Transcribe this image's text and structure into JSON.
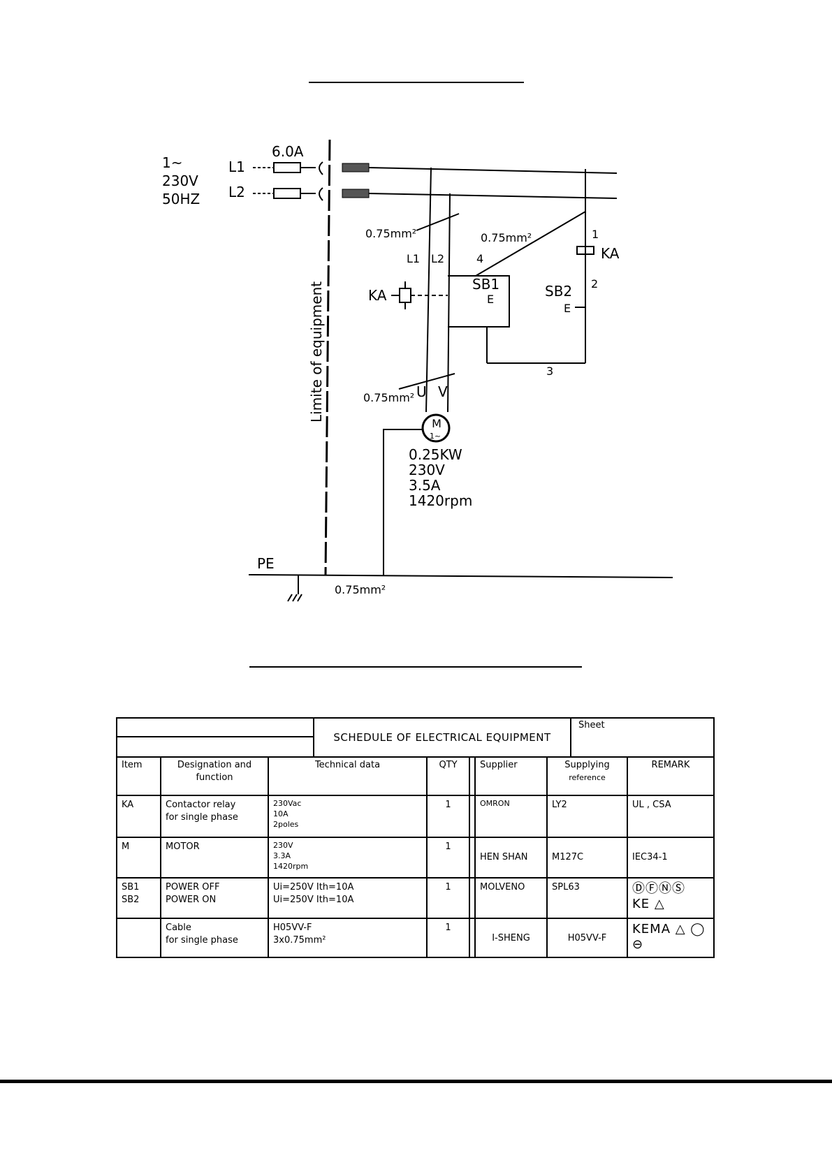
{
  "supply": {
    "phase": "1~",
    "voltage": "230V",
    "frequency": "50HZ",
    "l1": "L1",
    "l2": "L2",
    "fuse": "6.0A"
  },
  "limit_label": "Limite of equipment",
  "wire_sections": {
    "control_feed": "0.75mm²",
    "button_feed": "0.75mm²",
    "motor": "0.75mm²",
    "earth": "0.75mm²"
  },
  "terminals": {
    "l1": "L1",
    "l2": "L2",
    "u": "U",
    "v": "V",
    "n1": "1",
    "n2": "2",
    "n3": "3",
    "n4": "4"
  },
  "relay": {
    "coil": "KA",
    "contact": "KA"
  },
  "buttons": {
    "sb1": "SB1",
    "sb1_e": "E",
    "sb2": "SB2",
    "sb2_e": "E"
  },
  "motor": {
    "symbol": "M",
    "phase": "1~",
    "power": "0.25KW",
    "voltage": "230V",
    "current": "3.5A",
    "speed": "1420rpm"
  },
  "earth_label": "PE",
  "schedule": {
    "title": "SCHEDULE OF ELECTRICAL EQUIPMENT",
    "sheet": "Sheet",
    "headers": {
      "item": "Item",
      "designation_1": "Designation and",
      "designation_2": "function",
      "technical": "Technical data",
      "qty": "QTY",
      "supplier": "Supplier",
      "supplier_ref_1": "Supplying",
      "supplier_ref_2": "reference",
      "remark": "REMARK"
    },
    "rows": [
      {
        "item_1": "KA",
        "item_2": "",
        "desig_1": "Contactor relay",
        "desig_2": "for single phase",
        "tech_1": "230Vac",
        "tech_2": "10A",
        "tech_3": "2poles",
        "qty": "1",
        "supplier": "OMRON",
        "ref": "LY2",
        "remark": "UL , CSA"
      },
      {
        "item_1": "M",
        "item_2": "",
        "desig_1": "MOTOR",
        "desig_2": "",
        "tech_1": "230V",
        "tech_2": "3.3A",
        "tech_3": "1420rpm",
        "qty": "1",
        "supplier": "HEN SHAN",
        "ref": "M127C",
        "remark": "IEC34-1"
      },
      {
        "item_1": "SB1",
        "item_2": "SB2",
        "desig_1": "POWER OFF",
        "desig_2": "POWER ON",
        "tech_1": "Ui=250V Ith=10A",
        "tech_2": "Ui=250V Ith=10A",
        "tech_3": "",
        "qty": "1",
        "supplier": "MOLVENO",
        "ref": "SPL63",
        "remark": ""
      },
      {
        "item_1": "",
        "item_2": "",
        "desig_1": "Cable",
        "desig_2": "for single phase",
        "tech_1": "H05VV-F",
        "tech_2": "3x0.75mm²",
        "tech_3": "",
        "qty": "1",
        "supplier": "I-SHENG",
        "ref": "H05VV-F",
        "remark": ""
      }
    ],
    "cert_marks_row3": "ⒹⒻⓃⓈ",
    "cert_marks_row3b": "KE △",
    "cert_marks_row4": "KEMA △ ◯ ⊖"
  }
}
